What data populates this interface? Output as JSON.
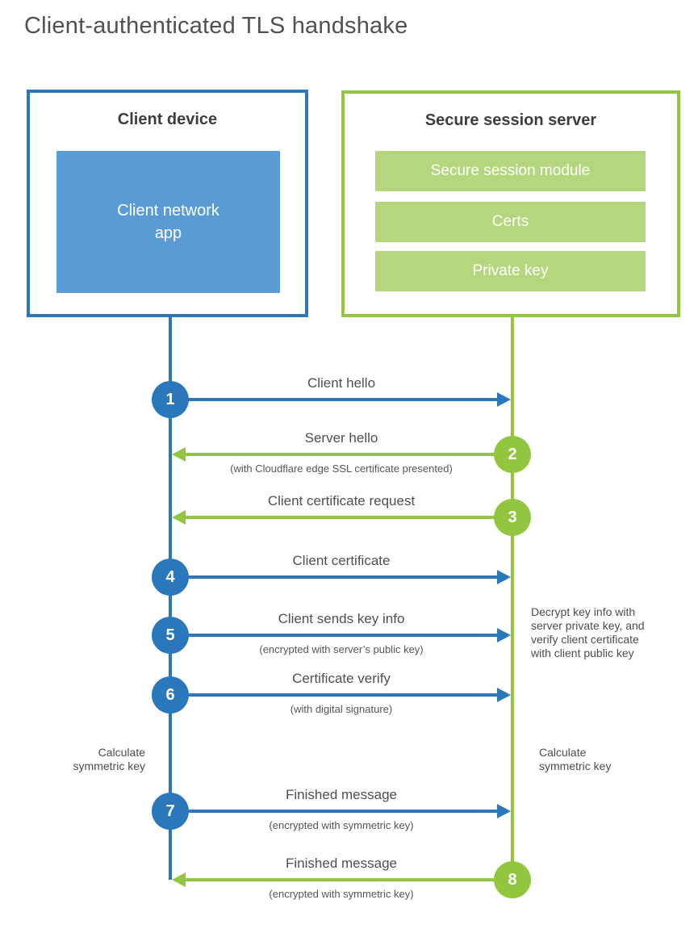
{
  "title": "Client-authenticated TLS handshake",
  "colors": {
    "blue": "#2a77bb",
    "blue_fill": "#5b9bd5",
    "green": "#92c63f",
    "green_fill": "#b4d77d"
  },
  "client_box": {
    "title": "Client device",
    "app_label": "Client network\napp"
  },
  "server_box": {
    "title": "Secure session server",
    "bars": [
      "Secure session module",
      "Certs",
      "Private key"
    ]
  },
  "steps": [
    {
      "number": "1",
      "label": "Client hello",
      "sublabel": "",
      "from": "client",
      "to": "server"
    },
    {
      "number": "2",
      "label": "Server hello",
      "sublabel": "(with Cloudflare edge SSL certificate presented)",
      "from": "server",
      "to": "client"
    },
    {
      "number": "3",
      "label": "Client certificate request",
      "sublabel": "",
      "from": "server",
      "to": "client"
    },
    {
      "number": "4",
      "label": "Client certificate",
      "sublabel": "",
      "from": "client",
      "to": "server"
    },
    {
      "number": "5",
      "label": "Client sends key info",
      "sublabel": "(encrypted with server’s public key)",
      "from": "client",
      "to": "server"
    },
    {
      "number": "6",
      "label": "Certificate verify",
      "sublabel": "(with digital signature)",
      "from": "client",
      "to": "server"
    },
    {
      "number": "7",
      "label": "Finished message",
      "sublabel": "(encrypted with symmetric key)",
      "from": "client",
      "to": "server"
    },
    {
      "number": "8",
      "label": "Finished message",
      "sublabel": "(encrypted with symmetric key)",
      "from": "server",
      "to": "client"
    }
  ],
  "annotations": {
    "decrypt_note": "Decrypt key info with\nserver private key, and\nverify client certificate\nwith client public key",
    "calc_left": "Calculate\nsymmetric key",
    "calc_right": "Calculate\nsymmetric key"
  }
}
